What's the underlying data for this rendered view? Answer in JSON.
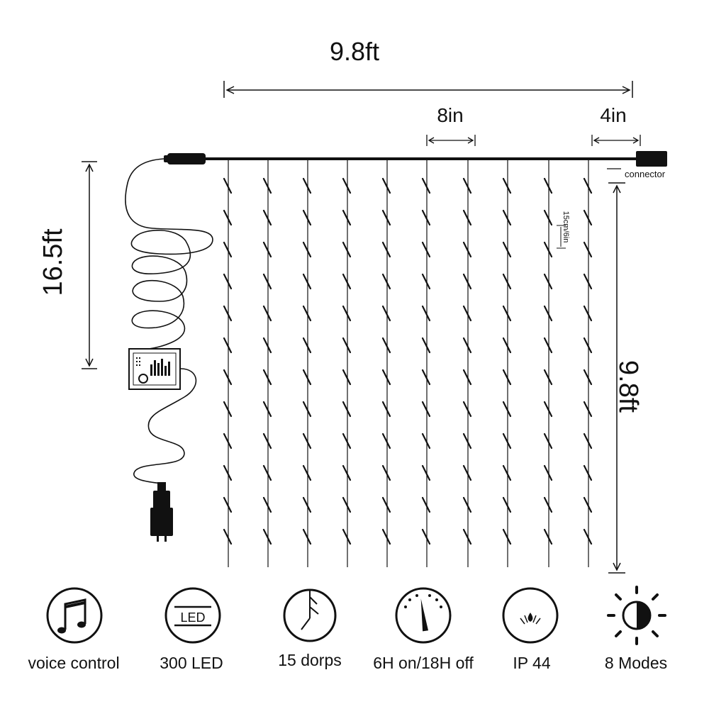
{
  "dimensions": {
    "width_top": "9.8ft",
    "led_spacing": "8in",
    "end_spacing": "4in",
    "connector_label": "connector",
    "lead_cable_length": "16.5ft",
    "string_length": "9.8ft",
    "drop_spacing": "15cm/6in"
  },
  "features": [
    {
      "icon": "music-note-icon",
      "label": "voice control"
    },
    {
      "icon": "led-icon",
      "label": "300 LED",
      "icon_text": "LED"
    },
    {
      "icon": "light-string-icon",
      "label": "15 dorps"
    },
    {
      "icon": "timer-gauge-icon",
      "label": "6H on/18H off"
    },
    {
      "icon": "waterproof-icon",
      "label": "IP 44"
    },
    {
      "icon": "sun-moon-icon",
      "label": "8 Modes"
    }
  ],
  "colors": {
    "ink": "#111111",
    "background": "#ffffff"
  }
}
